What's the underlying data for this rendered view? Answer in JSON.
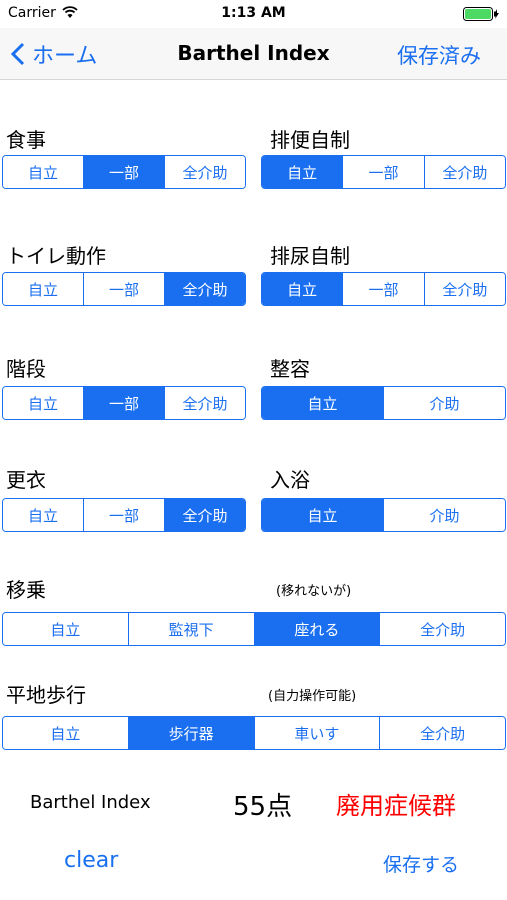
{
  "status_bar": {
    "carrier": "Carrier",
    "time": "1:13 AM"
  },
  "nav": {
    "back_label": "ホーム",
    "title": "Barthel Index",
    "right_label": "保存済み"
  },
  "items": {
    "eating": {
      "label": "食事",
      "options": [
        "自立",
        "一部",
        "全介助"
      ],
      "selected": 1
    },
    "bowel": {
      "label": "排便自制",
      "options": [
        "自立",
        "一部",
        "全介助"
      ],
      "selected": 0
    },
    "toilet": {
      "label": "トイレ動作",
      "options": [
        "自立",
        "一部",
        "全介助"
      ],
      "selected": 2
    },
    "bladder": {
      "label": "排尿自制",
      "options": [
        "自立",
        "一部",
        "全介助"
      ],
      "selected": 0
    },
    "stairs": {
      "label": "階段",
      "options": [
        "自立",
        "一部",
        "全介助"
      ],
      "selected": 1
    },
    "grooming": {
      "label": "整容",
      "options": [
        "自立",
        "介助"
      ],
      "selected": 0
    },
    "dressing": {
      "label": "更衣",
      "options": [
        "自立",
        "一部",
        "全介助"
      ],
      "selected": 2
    },
    "bathing": {
      "label": "入浴",
      "options": [
        "自立",
        "介助"
      ],
      "selected": 0
    },
    "transfer": {
      "label": "移乗",
      "note": "(移れないが)",
      "options": [
        "自立",
        "監視下",
        "座れる",
        "全介助"
      ],
      "selected": 2
    },
    "walking": {
      "label": "平地歩行",
      "note": "(自力操作可能)",
      "options": [
        "自立",
        "歩行器",
        "車いす",
        "全介助"
      ],
      "selected": 1
    }
  },
  "summary": {
    "label": "Barthel Index",
    "score": "55点",
    "status": "廃用症候群"
  },
  "actions": {
    "clear": "clear",
    "save": "保存する"
  },
  "colors": {
    "accent": "#1a6ff0",
    "alert": "#ff0000"
  }
}
